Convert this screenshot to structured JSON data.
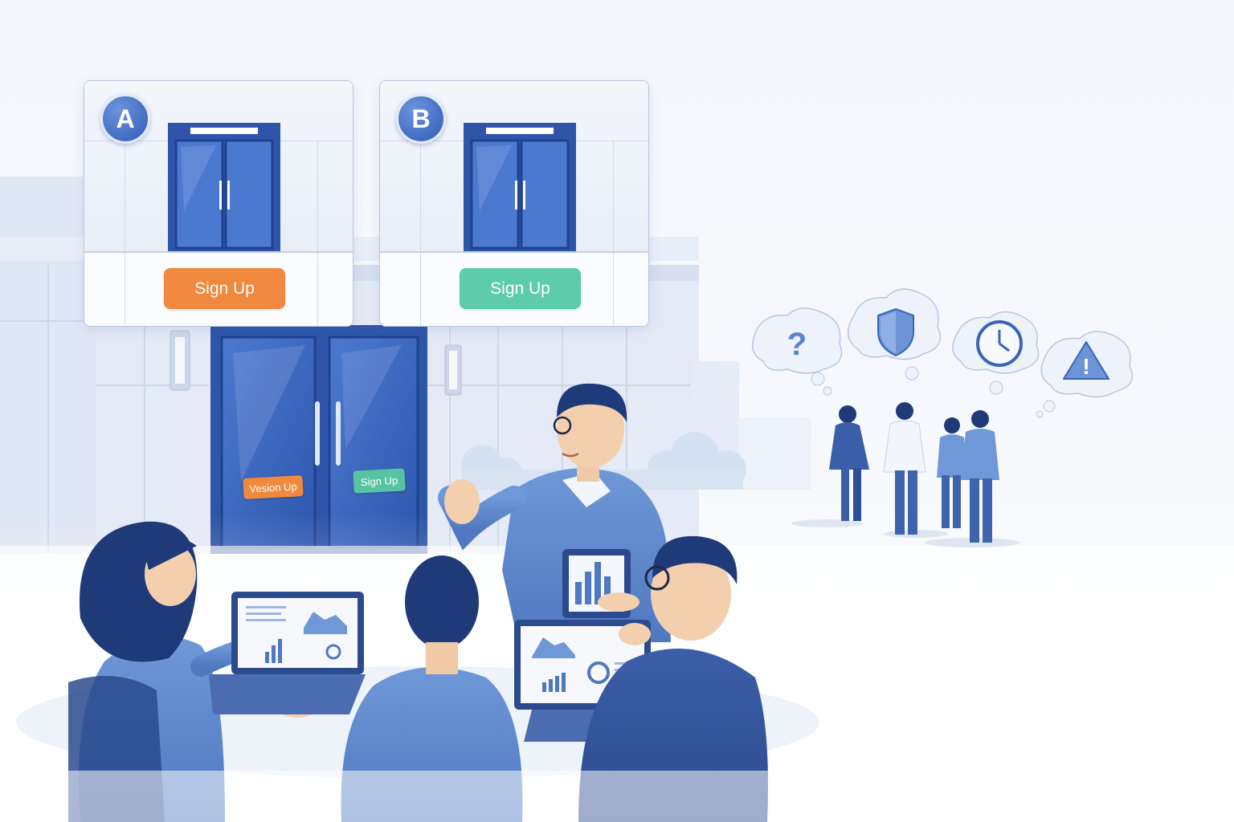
{
  "variants": [
    {
      "badge": "A",
      "cta_label": "Sign Up",
      "cta_color": "#f0883e"
    },
    {
      "badge": "B",
      "cta_label": "Sign Up",
      "cta_color": "#5ccca9"
    }
  ],
  "entrance_tags": [
    {
      "label": "Vesion Up",
      "color": "#f0883e"
    },
    {
      "label": "Sign Up",
      "color": "#58c3a3"
    }
  ],
  "thought_bubbles": [
    {
      "icon": "question-mark-icon",
      "glyph": "?"
    },
    {
      "icon": "shield-icon"
    },
    {
      "icon": "clock-icon"
    },
    {
      "icon": "warning-icon",
      "glyph": "!"
    }
  ],
  "colors": {
    "primary_blue": "#3a64b8",
    "light_blue": "#6d94d6",
    "orange": "#f0883e",
    "green": "#5ccca9",
    "background": "#f4f7fc"
  }
}
